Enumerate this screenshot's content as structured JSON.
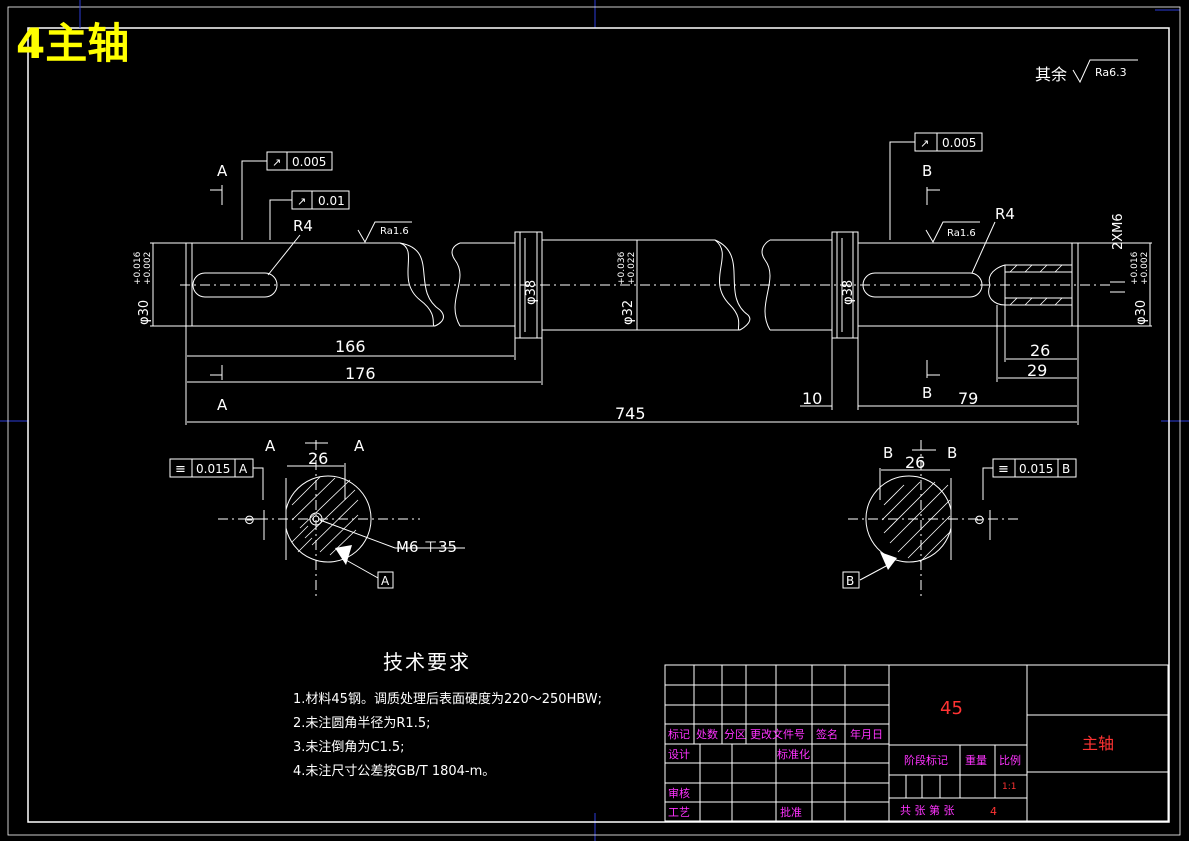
{
  "title": "4主轴",
  "roughness_note": {
    "prefix": "其余",
    "value": "Ra6.3"
  },
  "gdt": {
    "runout_left_top": "0.005",
    "runout_left_mid": "0.01",
    "runout_right": "0.005",
    "sym_left": "0.015",
    "sym_left_ref": "A",
    "sym_right": "0.015",
    "sym_right_ref": "B"
  },
  "roughness": {
    "left": "Ra1.6",
    "right": "Ra1.6"
  },
  "radii": {
    "left": "R4",
    "right": "R4"
  },
  "dims": {
    "d_left": "φ30",
    "d_left_tol_up": "+0.016",
    "d_left_tol_dn": "+0.002",
    "d_collar1": "φ38",
    "d_mid": "φ32",
    "d_mid_tol_up": "+0.036",
    "d_mid_tol_dn": "+0.022",
    "d_collar2": "φ38",
    "d_right": "φ30",
    "d_right_tol_up": "+0.016",
    "d_right_tol_dn": "+0.002",
    "thread_right": "2XM6",
    "len_166": "166",
    "len_176": "176",
    "len_745": "745",
    "len_10": "10",
    "len_79": "79",
    "len_26": "26",
    "len_29": "29",
    "sec_a_width": "26",
    "sec_b_width": "26",
    "tapped_hole": "M6",
    "tapped_depth": "35"
  },
  "section_labels": {
    "a": "A",
    "b": "B",
    "datum_a": "A",
    "datum_b": "B"
  },
  "tech_req": {
    "heading": "技术要求",
    "items": [
      "1.材料45钢。调质处理后表面硬度为220～250HBW;",
      "2.未注圆角半径为R1.5;",
      "3.未注倒角为C1.5;",
      "4.未注尺寸公差按GB/T 1804-m。"
    ]
  },
  "title_block": {
    "material": "45",
    "part_name": "主轴",
    "row_labels": [
      "标记",
      "处数",
      "分区",
      "更改文件号",
      "签名",
      "年月日"
    ],
    "design": "设计",
    "standard": "标准化",
    "check": "审核",
    "process": "工艺",
    "approve": "批准",
    "stage_mark": "阶段标记",
    "weight": "重量",
    "scale": "比例",
    "scale_value": "1:1",
    "sheets": "共  张 第  张",
    "sheet_no": "4"
  },
  "colors": {
    "background": "#000000",
    "lines": "#ffffff",
    "title": "#ffff00",
    "border_marks": "#2b3bd8",
    "title_block_labels": "#ff33ff",
    "title_block_values": "#ff3333"
  }
}
